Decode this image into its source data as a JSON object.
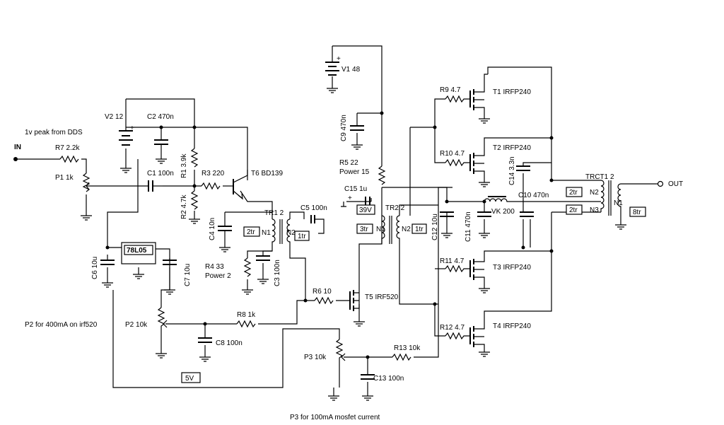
{
  "texts": {
    "in_label": "IN",
    "out_label": "OUT",
    "dds_note": "1v peak from DDS",
    "r7": "R7 2.2k",
    "p1": "P1 1k",
    "c1": "C1 100n",
    "v2": "V2 12",
    "c2": "C2 470n",
    "r1": "R1 3.9k",
    "r2": "R2 4.7k",
    "r3": "R3 220",
    "t6": "T6 BD139",
    "c4": "C4 10n",
    "tr1": "TR1 2",
    "c5": "C5 100n",
    "n1a": "N1",
    "n2a": "N2",
    "box_2tr_a": "2tr",
    "box_1tr_a": "1tr",
    "r4": "R4 33",
    "r4_power": "Power 2",
    "c3": "C3 100n",
    "c6": "C6 10u",
    "reg": "78L05",
    "c7": "C7 10u",
    "r6": "R6 10",
    "t5": "T5 IRF520",
    "r8": "R8 1k",
    "p2": "P2 10k",
    "c8": "C8 100n",
    "p2_note": "P2 for 400mA on  irf520",
    "box_5v": "5V",
    "v1": "V1 48",
    "c9": "C9 470n",
    "r5": "R5 22",
    "r5_power": "Power 15",
    "c15": "C15 1u",
    "box_39v": "39V",
    "tr2": "TR2 2",
    "n1b": "N1",
    "n2b": "N2",
    "box_3tr": "3tr",
    "box_1tr_b": "1tr",
    "c12": "C12 10u",
    "c11": "C11 470n",
    "vk": "VK 200",
    "c10": "C10 470n",
    "c14": "C14 3.3n",
    "r9": "R9 4.7",
    "t1": "T1 IRFP240",
    "r10": "R10 4.7",
    "t2": "T2 IRFP240",
    "r11": "R11 4.7",
    "t3": "T3 IRFP240",
    "r12": "R12 4.7",
    "t4": "T4 IRFP240",
    "trct": "TRCT1 2",
    "n2c": "N2",
    "n3c": "N3",
    "n1c": "N1",
    "box_2tr_b": "2tr",
    "box_2tr_c": "2tr",
    "box_8tr": "8tr",
    "p3": "P3 10k",
    "r13": "R13 10k",
    "c13": "C13 100n",
    "p3_note": "P3 for 100mA mosfet current",
    "plus1": "+",
    "plus2": "+",
    "plus3": "+"
  }
}
